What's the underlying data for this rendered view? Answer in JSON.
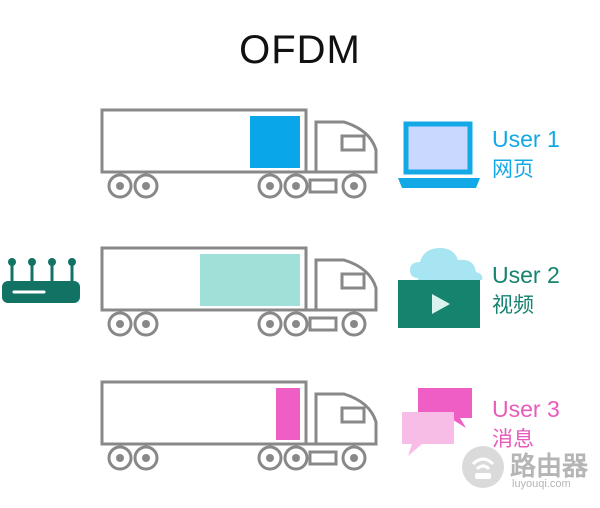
{
  "title": "OFDM",
  "users": [
    {
      "name": "User 1",
      "content": "网页",
      "color": "#13a9e6",
      "cargo_color": "#0aa6ea",
      "device": "laptop-icon"
    },
    {
      "name": "User 2",
      "content": "视频",
      "color": "#16836f",
      "cargo_color": "#9fe0d8",
      "device": "video-cloud-icon"
    },
    {
      "name": "User 3",
      "content": "消息",
      "color": "#e85bbb",
      "cargo_color": "#ef5ec4",
      "device": "chat-bubbles-icon"
    }
  ],
  "router": {
    "icon": "router-icon",
    "color": "#127364"
  },
  "watermark": {
    "text": "路由器",
    "sub": "luyouqi.com"
  }
}
